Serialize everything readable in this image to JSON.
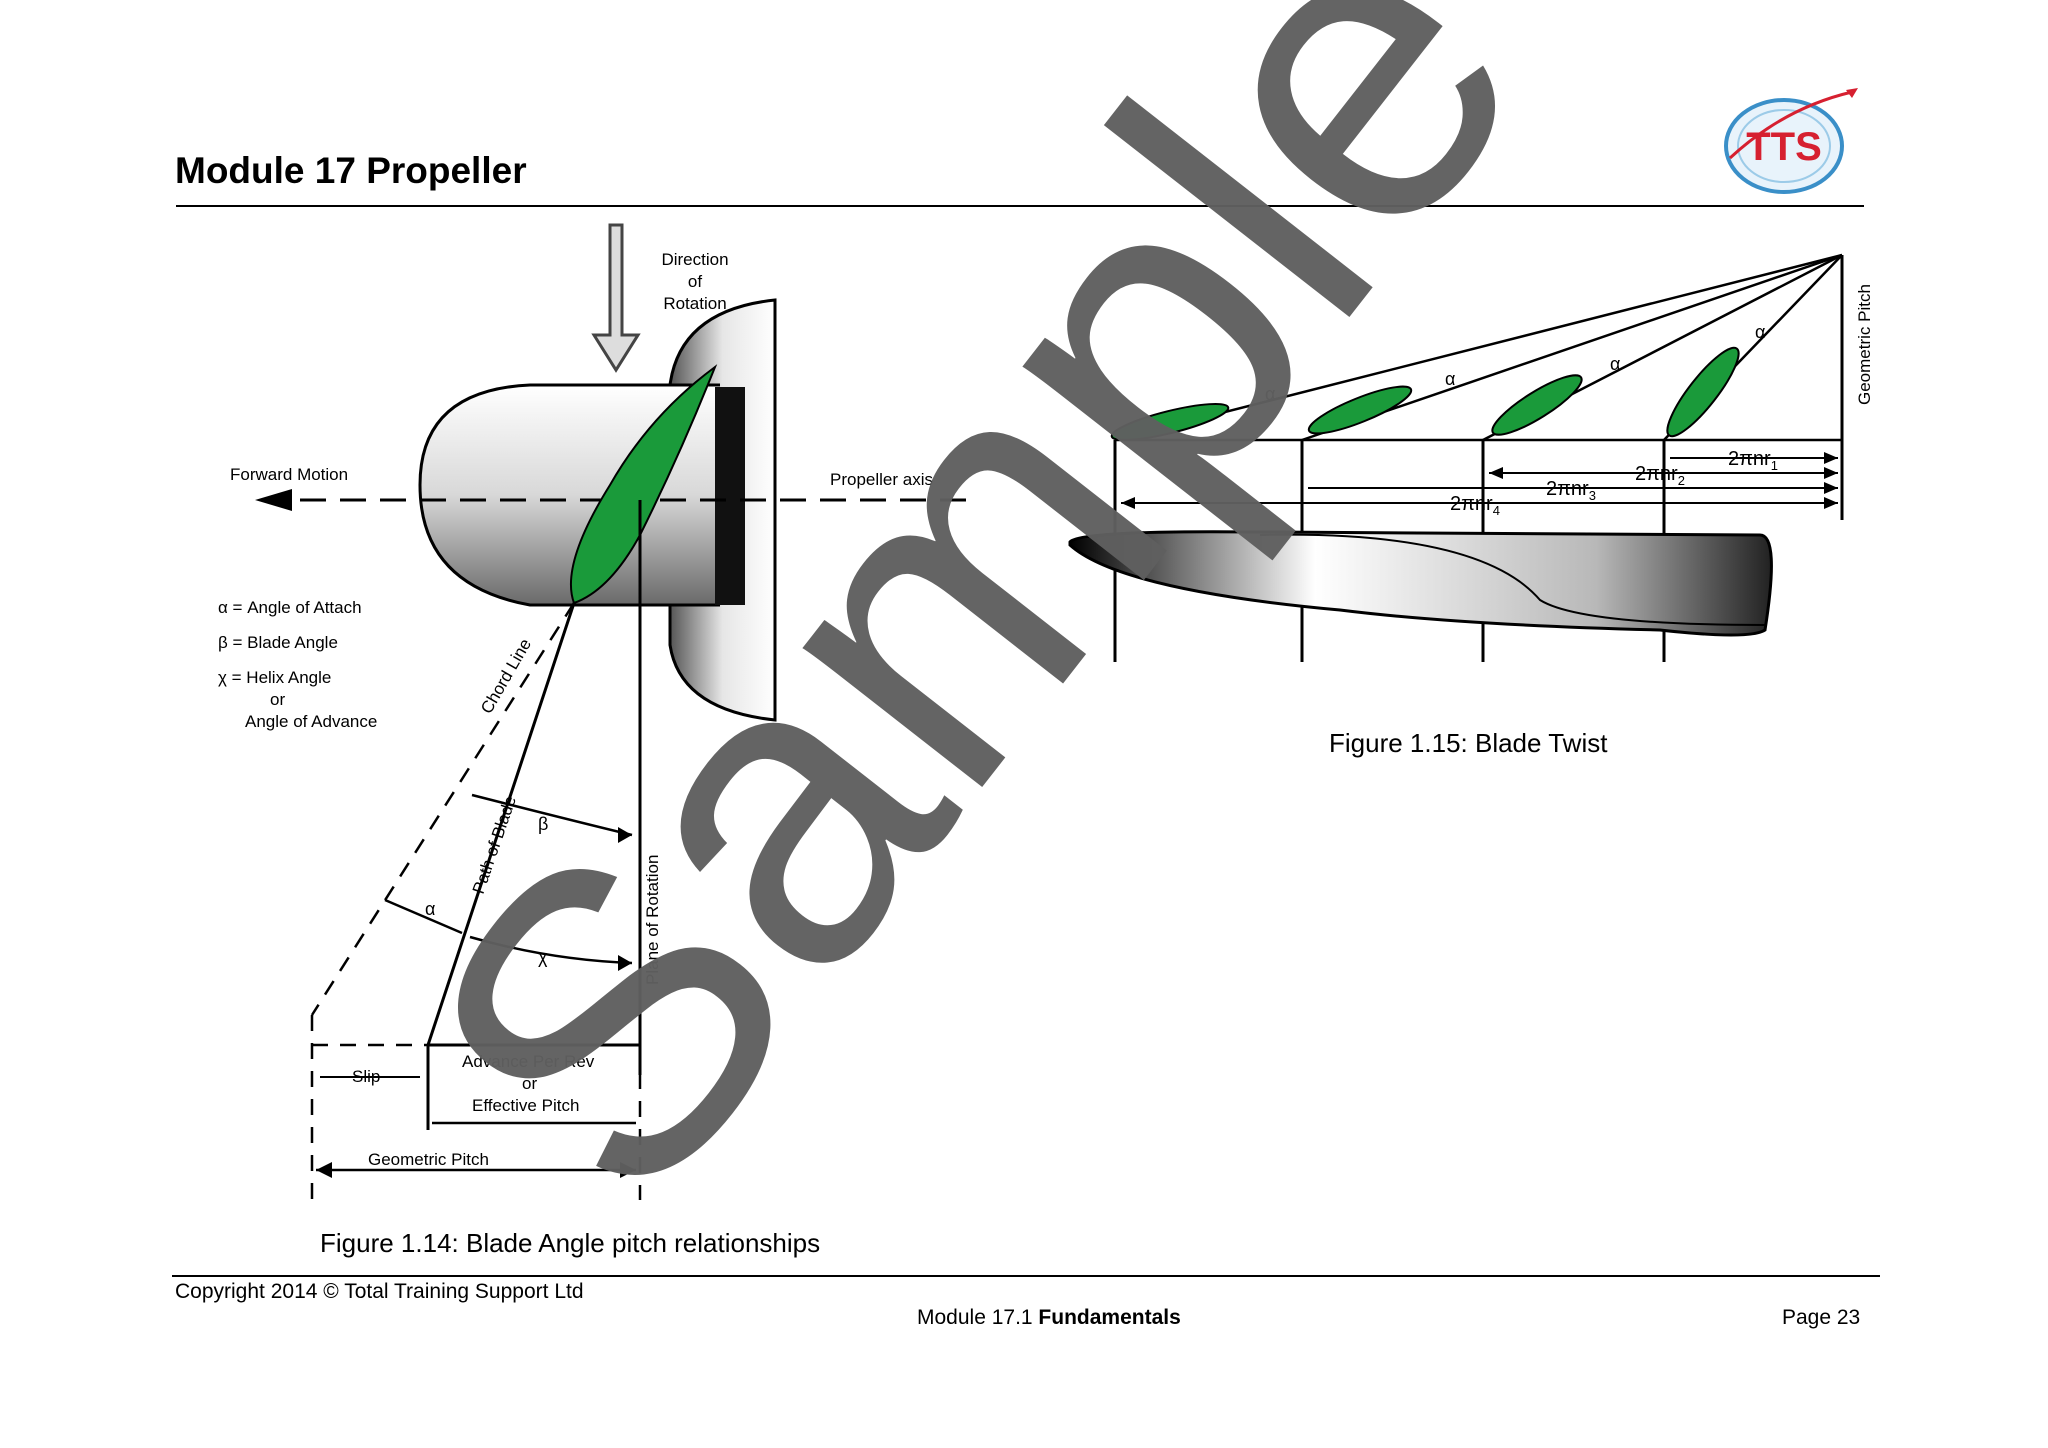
{
  "header": {
    "title": "Module 17 Propeller",
    "logo_text": "TTS"
  },
  "figure_14": {
    "caption": "Figure 1.14: Blade Angle pitch relationships",
    "labels": {
      "direction": [
        "Direction",
        "of",
        "Rotation"
      ],
      "forward_motion": "Forward Motion",
      "propeller_axis": "Propeller axis",
      "legend_alpha": "α = Angle of Attach",
      "legend_beta": "β = Blade Angle",
      "legend_chi": "χ = Helix Angle",
      "legend_or": "or",
      "legend_advance": "Angle of Advance",
      "chord_line": "Chord Line",
      "path_of_blade": "Path of Blade",
      "plane_of_rotation": "Plane of Rotation",
      "beta": "β",
      "alpha": "α",
      "chi": "χ",
      "slip": "Slip",
      "advance_1": "Advance Per Rev",
      "advance_or": "or",
      "advance_2": "Effective Pitch",
      "geometric_pitch": "Geometric Pitch"
    }
  },
  "figure_15": {
    "caption": "Figure 1.15: Blade Twist",
    "labels": {
      "alpha": "α",
      "geometric_pitch": "Geometric Pitch",
      "r1": "2πnr",
      "r1_sub": "1",
      "r2": "2πnr",
      "r2_sub": "2",
      "r3": "2πnr",
      "r3_sub": "3",
      "r4": "2πnr",
      "r4_sub": "4"
    }
  },
  "watermark": "Sample",
  "footer": {
    "copyright": "Copyright 2014 © Total Training Support Ltd",
    "module_prefix": "Module 17.1 ",
    "module_bold": "Fundamentals",
    "page": "Page 23"
  },
  "colors": {
    "blade_green": "#1a9a3a",
    "watermark_gray": "#5f5f5f",
    "logo_red": "#d62030",
    "logo_blue": "#3a8fc8"
  }
}
